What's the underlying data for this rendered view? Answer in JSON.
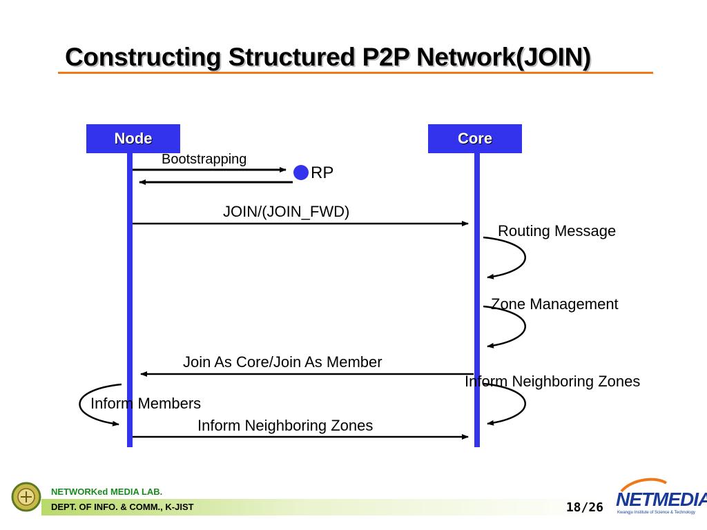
{
  "slide": {
    "title": "Constructing Structured P2P Network(JOIN)"
  },
  "actors": {
    "node": "Node",
    "core": "Core"
  },
  "rp_label": "RP",
  "messages": {
    "bootstrapping": "Bootstrapping",
    "join": "JOIN/(JOIN_FWD)",
    "routing": "Routing Message",
    "zone_management": "Zone Management",
    "join_as": "Join As Core/Join As Member",
    "inform_neighboring_core": "Inform Neighboring Zones",
    "inform_members": "Inform Members",
    "inform_neighboring_node": "Inform Neighboring Zones"
  },
  "footer": {
    "lab_name": "NETWORKed MEDIA LAB.",
    "dept": "DEPT. OF INFO. & COMM., K-JIST",
    "page": "18/26",
    "logo_text": "NETMEDIA",
    "logo_subtext": "Kwangju Institute of Science & Technology"
  },
  "colors": {
    "accent_orange": "#f07818",
    "lifeline_blue": "#3333ee",
    "footer_green": "#b9d96a"
  }
}
